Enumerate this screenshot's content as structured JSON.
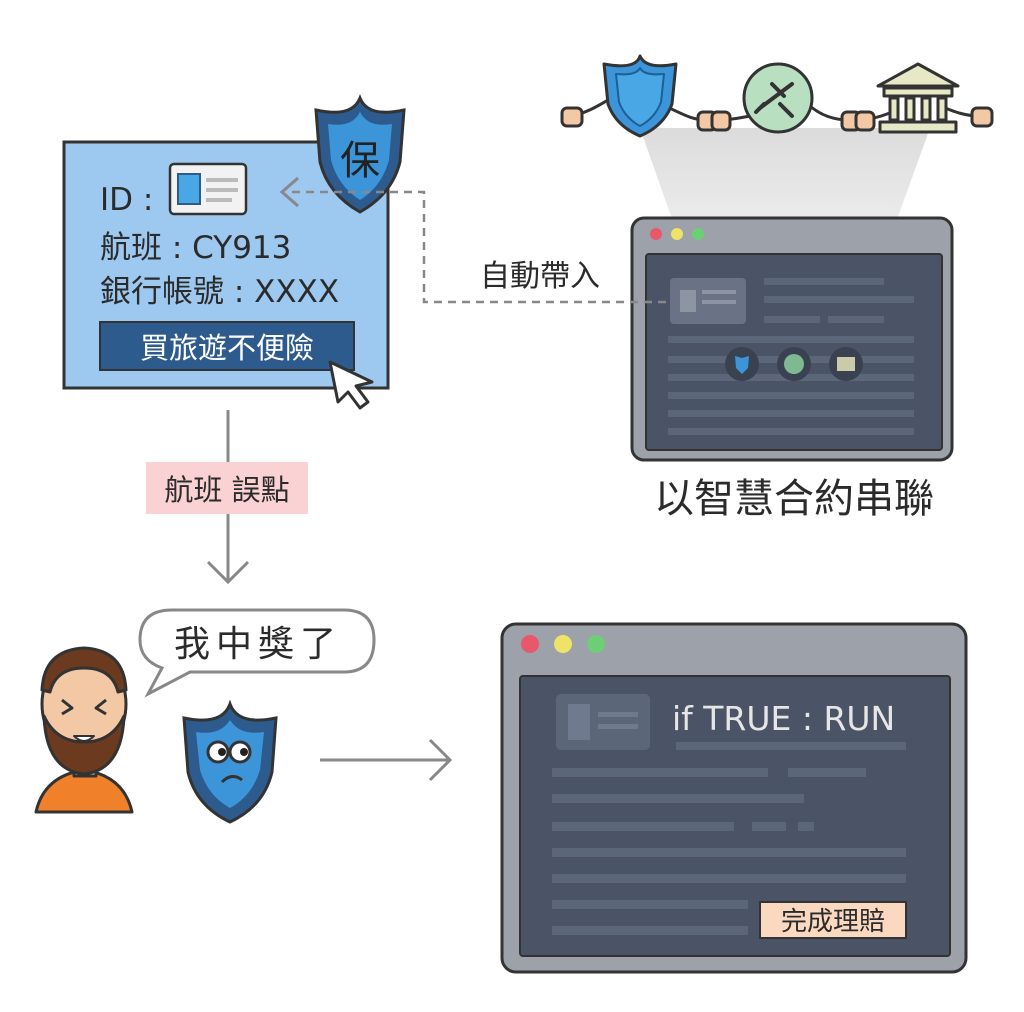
{
  "form_card": {
    "id_label": "ID :",
    "flight_label": "航班 : CY913",
    "bank_label": "銀行帳號 : XXXX",
    "buy_button": "買旅遊不便險"
  },
  "shield_badge_char": "保",
  "autofill_label": "自動帶入",
  "delay_label": "航班 誤點",
  "smart_contract_label": "以智慧合約串聯",
  "speech_bubble": "我中獎了",
  "code_condition": "if TRUE : RUN",
  "claim_button": "完成理賠",
  "colors": {
    "card_blue": "#9dc8ef",
    "navy": "#2d5b8e",
    "shield_blue": "#3b95d8",
    "window_frame": "#9ca1aa",
    "window_screen": "#4a5466",
    "pink_label": "#fbd2d4",
    "claim_bg": "#fad9c0",
    "plane_green": "#b9dfc1",
    "bank_green": "#e7e9c6"
  },
  "icons": [
    "shield-icon",
    "plane-icon",
    "bank-icon",
    "id-card-icon",
    "cursor-icon",
    "person-icon",
    "shield-face-icon",
    "hand-icon",
    "arrow-icon"
  ]
}
